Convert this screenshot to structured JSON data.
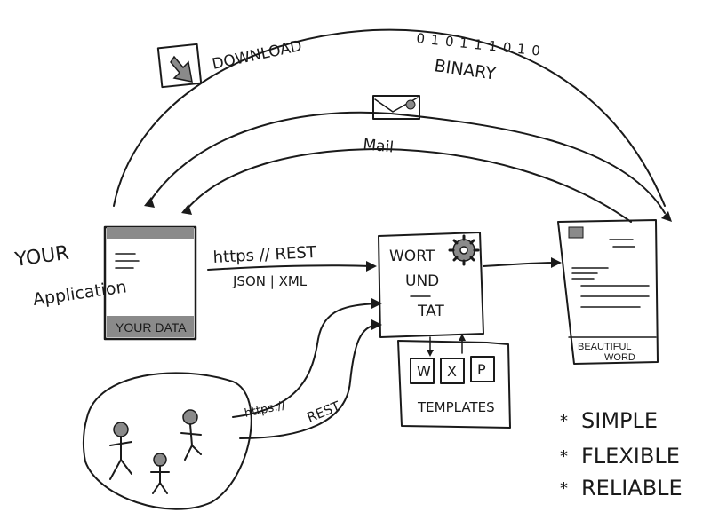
{
  "left": {
    "title_line1": "YOUR",
    "title_line2": "Application",
    "data_label": "YOUR DATA"
  },
  "connection_top": {
    "protocol": "https // REST",
    "formats": "JSON | XML"
  },
  "engine": {
    "line1": "WORT",
    "line2": "UND",
    "line3": "TAT"
  },
  "templates": {
    "label": "TEMPLATES",
    "items": [
      "W",
      "X",
      "P"
    ]
  },
  "output": {
    "line1": "BEAUTIFUL",
    "line2": "WORD"
  },
  "arcs": {
    "download": "DOWNLOAD",
    "binary_digits": "0 1 0 1 1 1 0 1 0",
    "binary_label": "BINARY",
    "mail": "Mail"
  },
  "users": {
    "https_label": "https://",
    "rest_label": "REST"
  },
  "benefits": {
    "marker": "*",
    "items": [
      "SIMPLE",
      "FLEXIBLE",
      "RELIABLE"
    ]
  },
  "colors": {
    "ink": "#1a1a1a",
    "gray_fill": "#8a8a8a",
    "light_gray": "#b8b8b8",
    "paper": "#ffffff"
  }
}
